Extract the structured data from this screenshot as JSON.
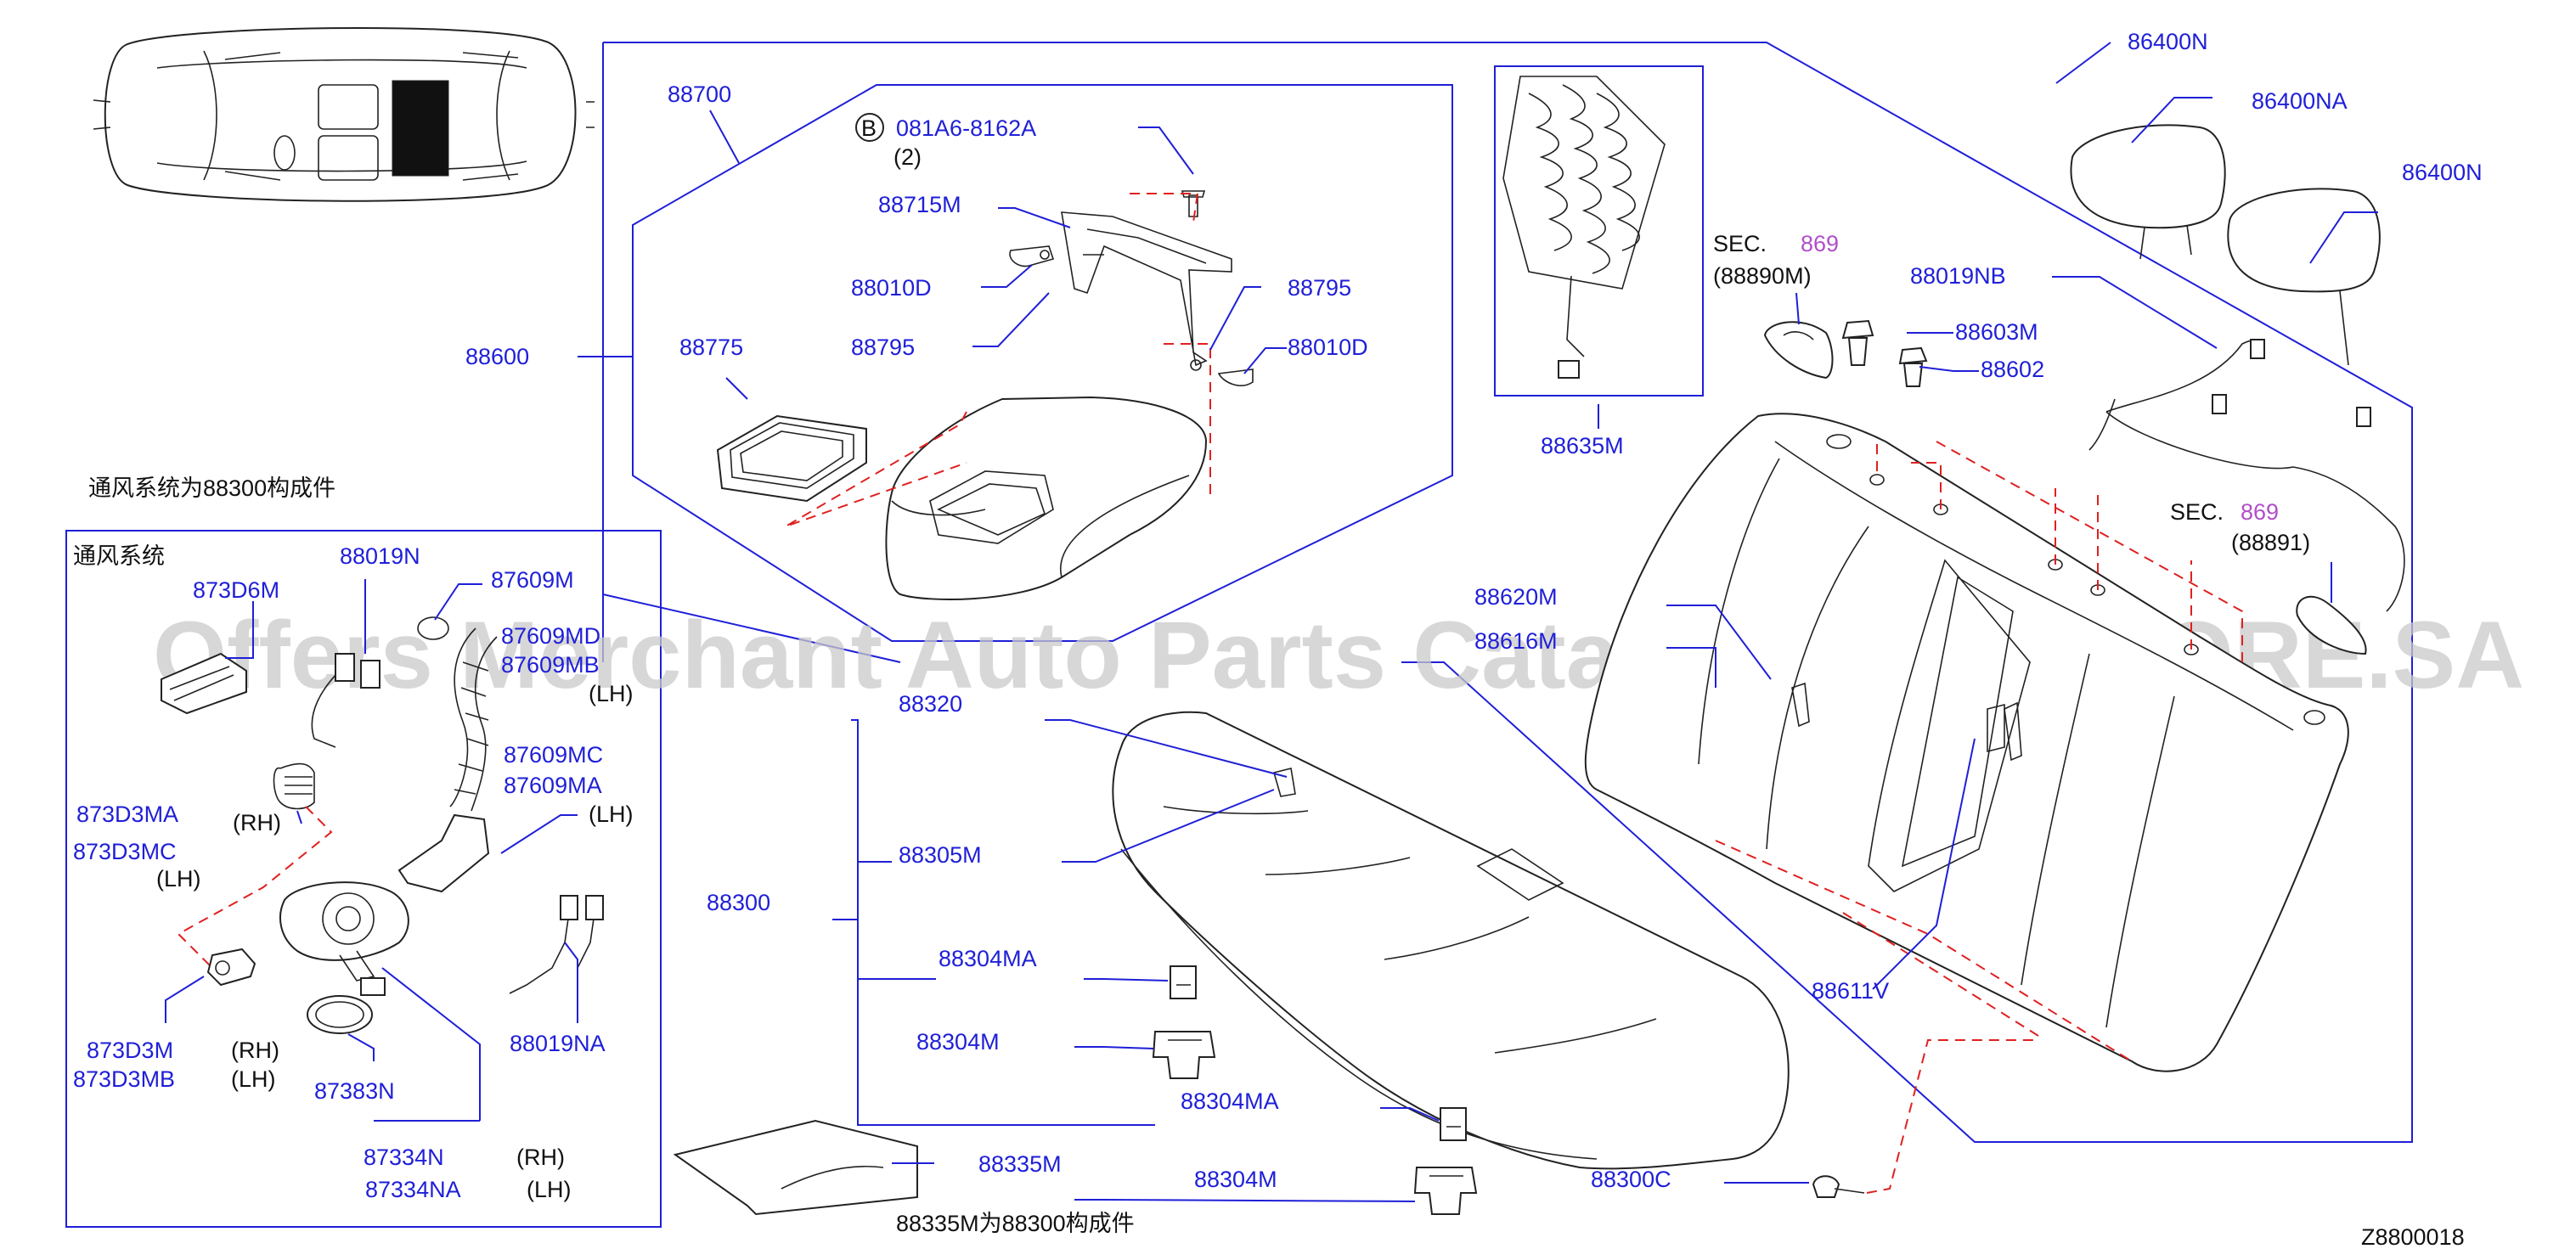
{
  "diagram_id": "Z8800018",
  "watermark": "Offers Merchant Auto Parts Catalog PARTSTORE.SA",
  "notes": {
    "ventilation_assembly": "通风系统为88300构成件",
    "ventilation_box_title": "通风系统",
    "cover_note": "88335M为88300构成件"
  },
  "labels": {
    "p86400N_top": "86400N",
    "p86400NA": "86400NA",
    "p86400N_right": "86400N",
    "p88700": "88700",
    "p081A6": "081A6-8162A",
    "p081A6_qty": "(2)",
    "bolt_marker": "B",
    "p88715M": "88715M",
    "p88010D_left": "88010D",
    "p88795_right": "88795",
    "p88795_left": "88795",
    "p88010D_right": "88010D",
    "p88775": "88775",
    "p88600": "88600",
    "p88635M": "88635M",
    "sec1_label": "SEC.",
    "sec1_num": "869",
    "sec1_ref": "(88890M)",
    "p88019NB": "88019NB",
    "p88603M": "88603M",
    "p88602": "88602",
    "sec2_label": "SEC.",
    "sec2_num": "869",
    "sec2_ref": "(88891)",
    "p88620M": "88620M",
    "p88616M": "88616M",
    "p88611V": "88611V",
    "p88320": "88320",
    "p88305M": "88305M",
    "p88300": "88300",
    "p88304MA_1": "88304MA",
    "p88304M_1": "88304M",
    "p88304MA_2": "88304MA",
    "p88304M_2": "88304M",
    "p88300C": "88300C",
    "p88335M": "88335M",
    "p88019N": "88019N",
    "p873D6M": "873D6M",
    "p87609M": "87609M",
    "p87609MD": "87609MD",
    "p87609MB": "87609MB",
    "lh_1": "(LH)",
    "p87609MC": "87609MC",
    "p87609MA": "87609MA",
    "lh_2": "(LH)",
    "p873D3MA": "873D3MA",
    "rh_1": "(RH)",
    "p873D3MC": "873D3MC",
    "lh_3": "(LH)",
    "p873D3M": "873D3M",
    "rh_2": "(RH)",
    "p873D3MB": "873D3MB",
    "lh_4": "(LH)",
    "p87383N": "87383N",
    "p88019NA": "88019NA",
    "p87334N": "87334N",
    "rh_3": "(RH)",
    "p87334NA": "87334NA",
    "lh_5": "(LH)"
  },
  "colors": {
    "part_number": "#1f1fd8",
    "leader_line": "#1f1fd8",
    "dashed_line": "#e02020",
    "section_number": "#b04fc8",
    "outline": "#222222",
    "watermark": "#c9c9c9"
  }
}
